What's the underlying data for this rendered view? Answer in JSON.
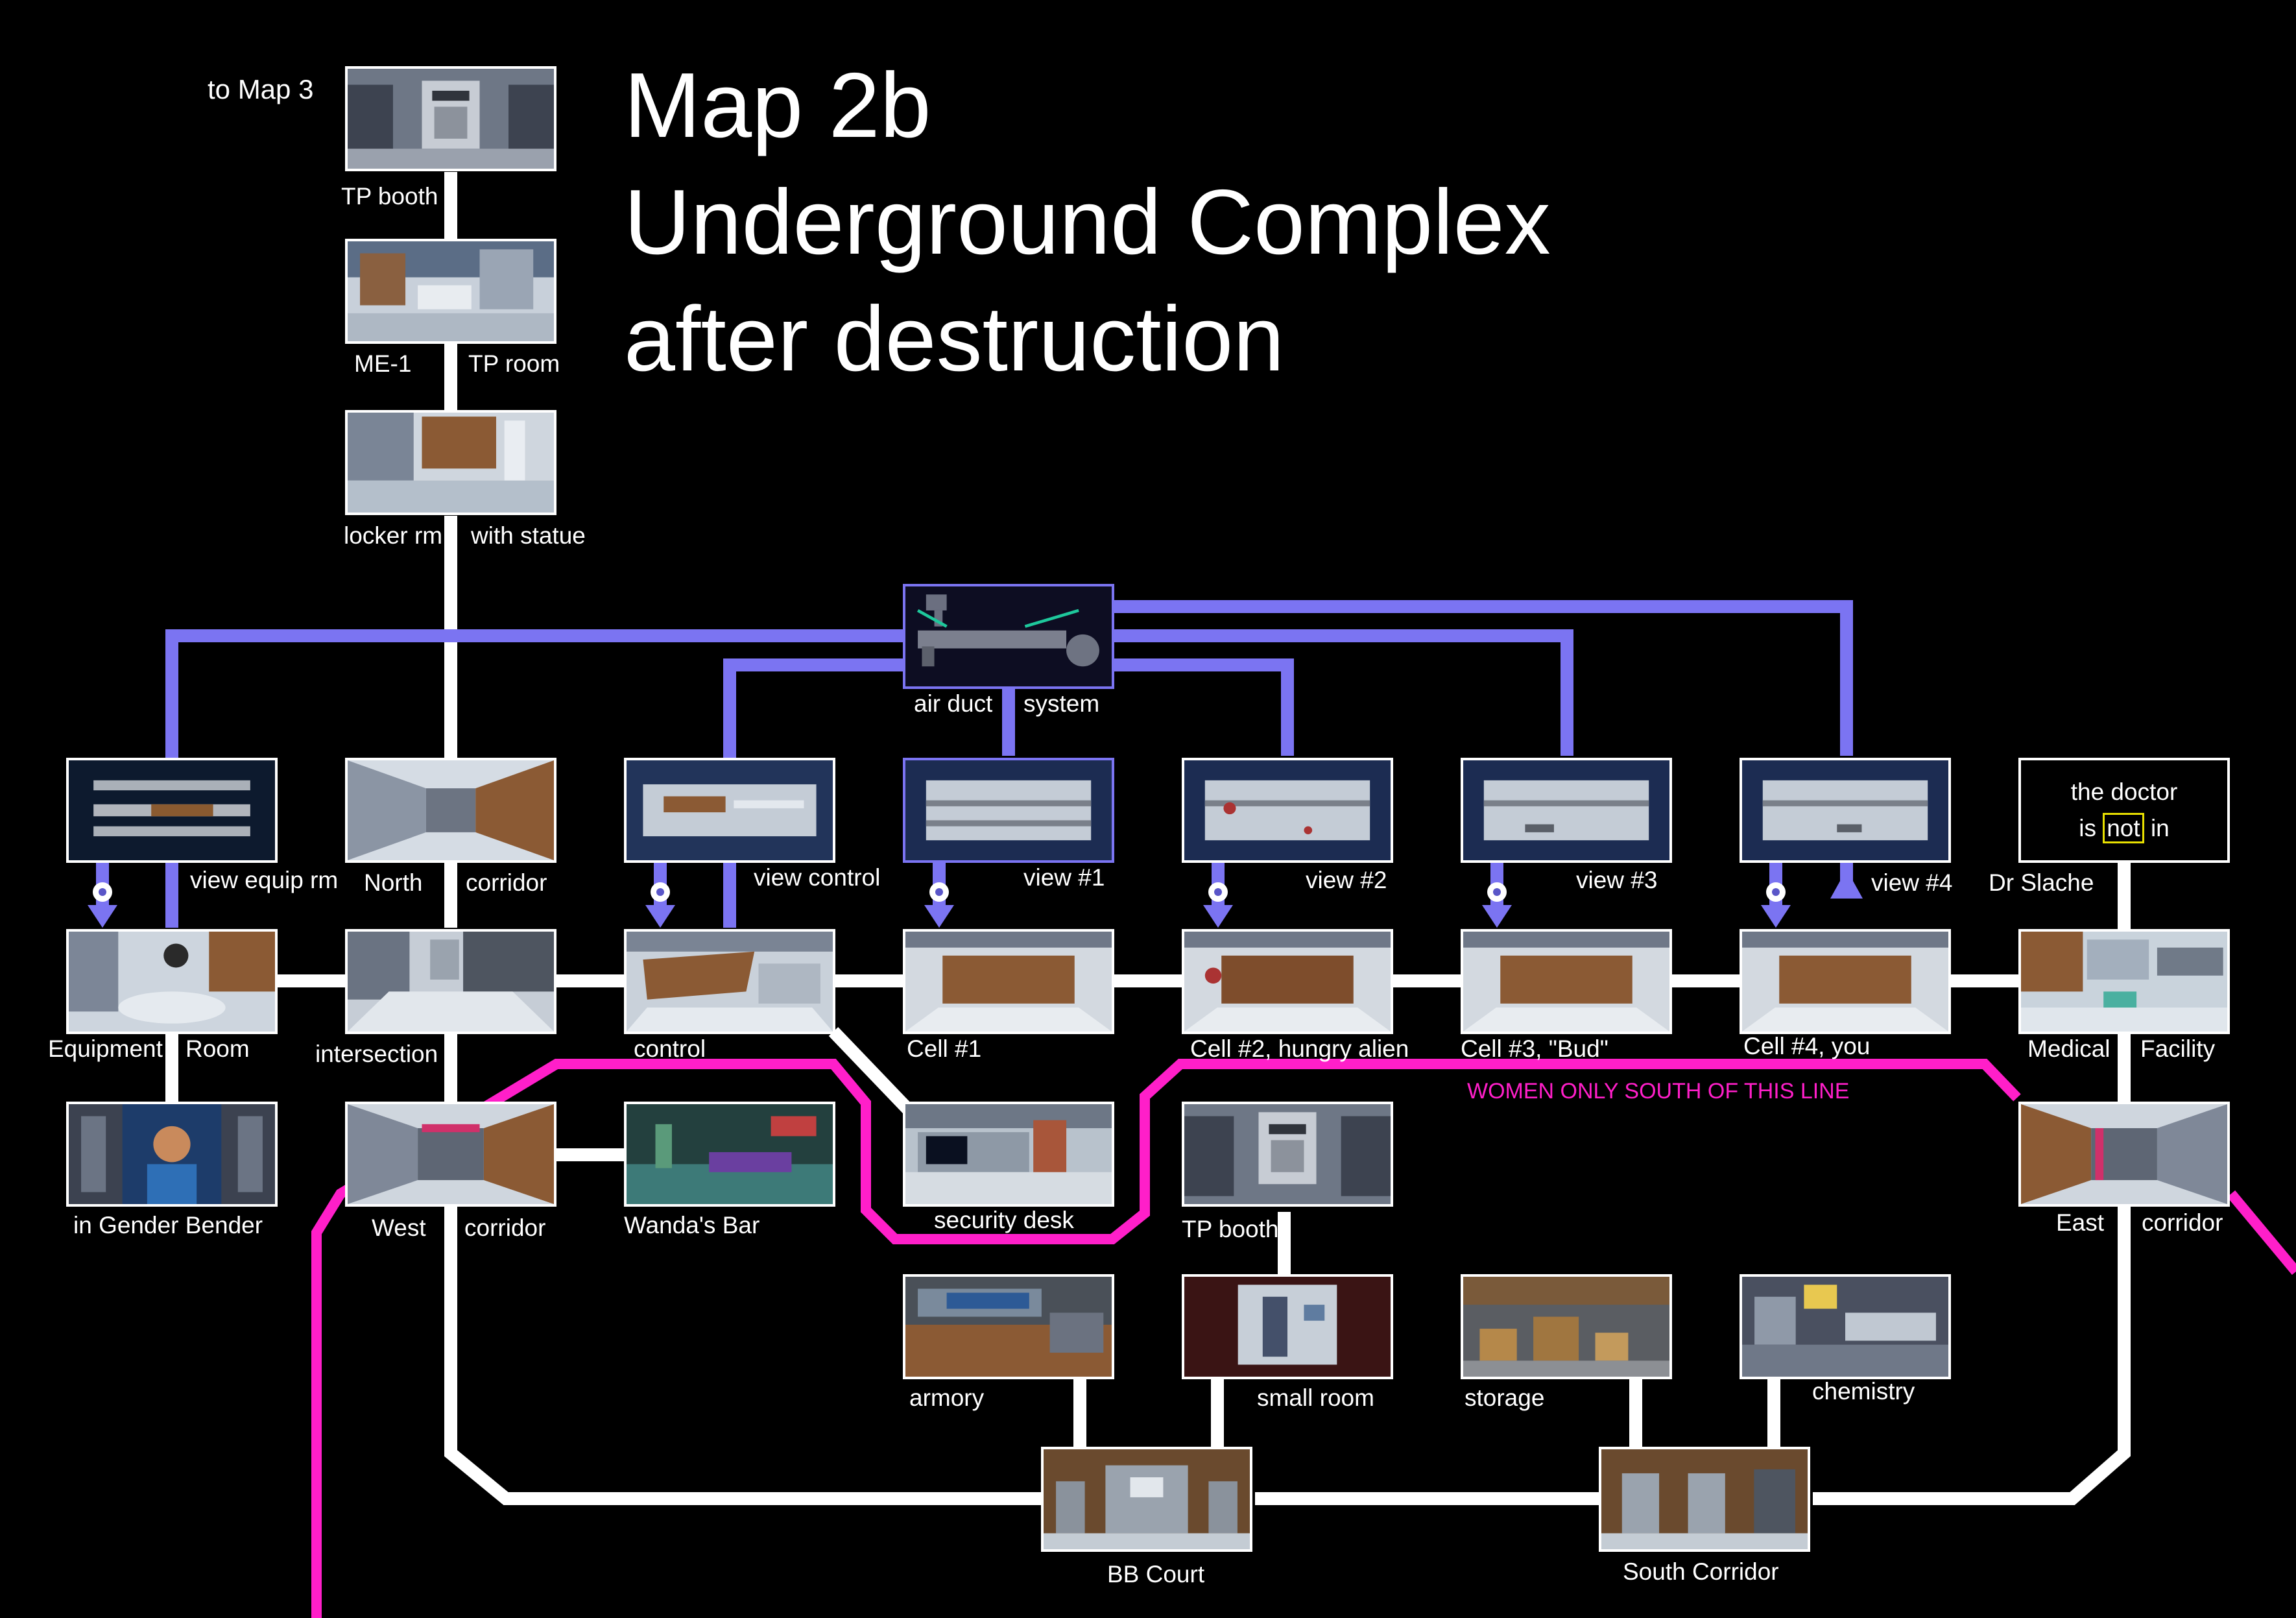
{
  "title": {
    "line1": "Map 2b",
    "line2": "Underground Complex",
    "line3": "after destruction"
  },
  "link_map3": "to Map 3",
  "restriction_note": "WOMEN ONLY SOUTH OF THIS LINE",
  "doctor_sign": {
    "line1": "the doctor",
    "word_is": "is",
    "word_not": "not",
    "word_in": "in"
  },
  "colors": {
    "corridor": "#ffffff",
    "air_duct": "#7b74f2",
    "women_line": "#ff1fc9",
    "background": "#000000"
  },
  "labels": {
    "tp_booth_top": "TP booth",
    "me1": "ME-1",
    "tp_room": "TP room",
    "locker_rm": "locker rm",
    "with_statue": "with statue",
    "air_duct": "air duct",
    "system": "system",
    "view_equip_rm": "view equip rm",
    "north": "North",
    "north_corridor": "corridor",
    "view_control": "view control",
    "view1": "view #1",
    "view2": "view #2",
    "view3": "view #3",
    "view4": "view #4",
    "dr_slache": "Dr Slache",
    "equipment": "Equipment",
    "room": "Room",
    "intersection": "intersection",
    "control": "control",
    "cell1": "Cell #1",
    "cell2": "Cell #2, hungry alien",
    "cell3": "Cell #3, \"Bud\"",
    "cell4": "Cell #4, you",
    "medical": "Medical",
    "facility": "Facility",
    "gender_bender": "in Gender Bender",
    "west": "West",
    "west_corridor": "corridor",
    "wandas_bar": "Wanda's Bar",
    "security_desk": "security desk",
    "tp_booth_mid": "TP booth",
    "east": "East",
    "east_corridor": "corridor",
    "armory": "armory",
    "small_room": "small room",
    "storage": "storage",
    "chemistry": "chemistry",
    "bb_court": "BB Court",
    "south_corridor": "South Corridor"
  }
}
